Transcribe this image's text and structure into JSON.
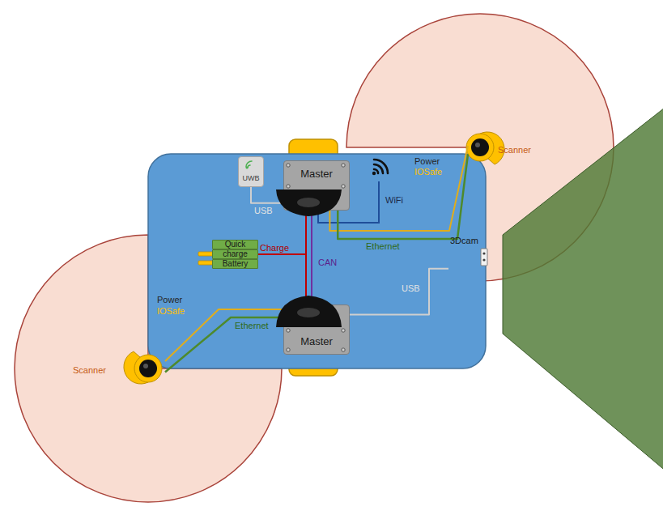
{
  "diagram": {
    "nodes": [
      {
        "text": [
          "UWB"
        ]
      },
      {
        "text": [
          "Master"
        ]
      },
      {
        "text": [
          "Scanner"
        ]
      },
      {
        "text": [
          "Quick"
        ]
      },
      {
        "text": [
          "charge"
        ]
      },
      {
        "text": [
          "Battery"
        ]
      },
      {
        "text": [
          "3Dcam"
        ]
      },
      {
        "text": [
          "Master"
        ]
      },
      {
        "text": [
          "Scanner"
        ]
      }
    ],
    "edges": [
      {
        "from": 1,
        "to": 0,
        "arrow": "none",
        "label": "USB"
      },
      {
        "from": 1,
        "to": 2,
        "arrow": "none",
        "label": "Power"
      },
      {
        "from": 1,
        "to": 2,
        "arrow": "none",
        "label": "Ethernet"
      },
      {
        "from": 1,
        "to": 7,
        "arrow": "none",
        "label": "CAN"
      },
      {
        "from": 4,
        "to": 1,
        "arrow": "none",
        "label": "Charge"
      },
      {
        "from": 4,
        "to": 7,
        "arrow": "none"
      },
      {
        "from": 7,
        "to": 6,
        "arrow": "none",
        "label": "USB"
      },
      {
        "from": 7,
        "to": 8,
        "arrow": "none",
        "label": "Power"
      },
      {
        "from": 7,
        "to": 8,
        "arrow": "none",
        "label": "Ethernet"
      }
    ],
    "labels": [
      "WiFi",
      "IOSafe",
      "IOSafe"
    ]
  }
}
